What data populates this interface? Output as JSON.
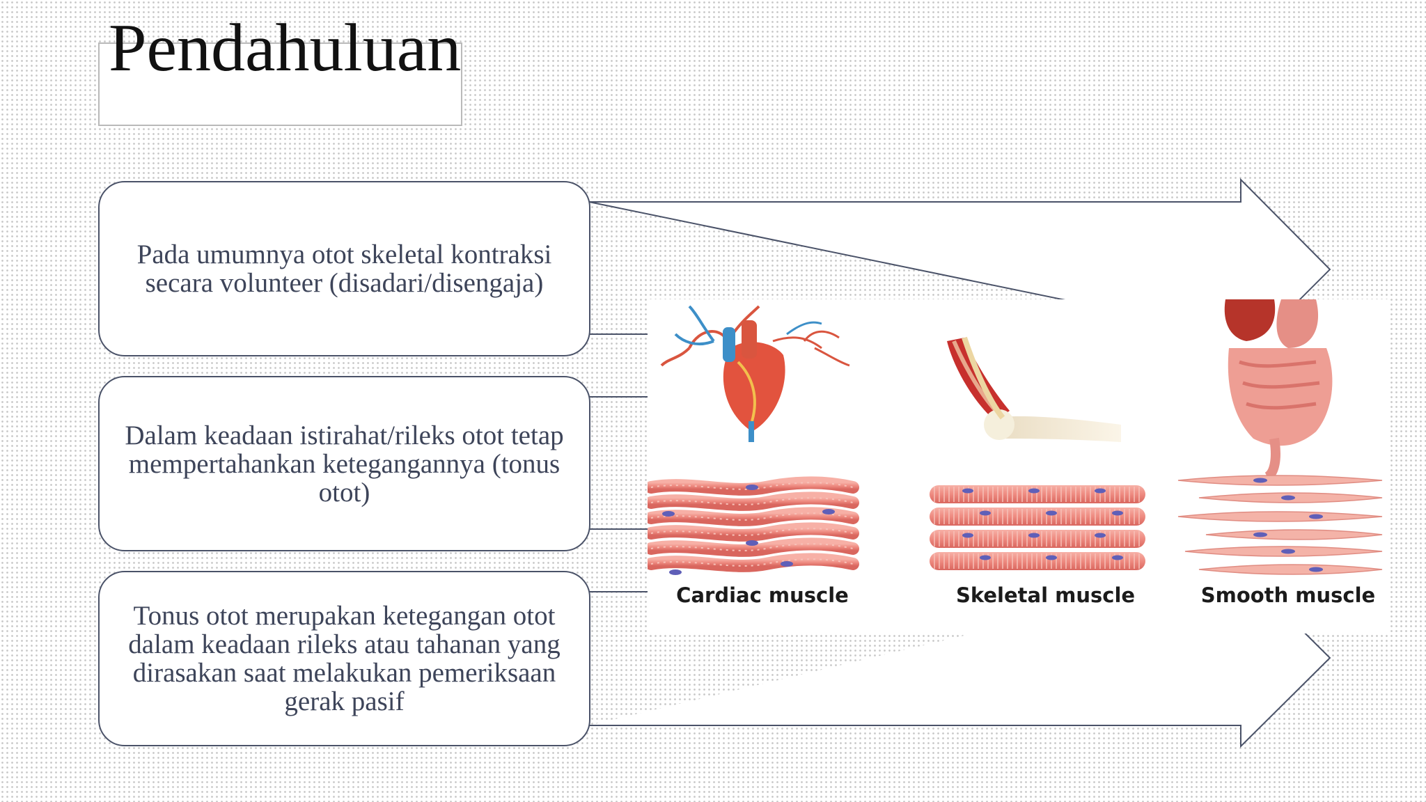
{
  "slide": {
    "title": "Pendahuluan"
  },
  "cards": [
    {
      "text": "Pada umumnya otot skeletal kontraksi secara volunteer (disadari/disengaja)"
    },
    {
      "text": "Dalam keadaan istirahat/rileks otot tetap mempertahankan ketegangannya (tonus otot)"
    },
    {
      "text": "Tonus otot merupakan ketegangan otot dalam keadaan rileks atau tahanan yang dirasakan saat melakukan pemeriksaan gerak pasif"
    }
  ],
  "figure": {
    "labels": {
      "cardiac": "Cardiac muscle",
      "skeletal": "Skeletal muscle",
      "smooth": "Smooth muscle"
    }
  },
  "colors": {
    "card_border": "#4a5268",
    "card_text": "#3d4459",
    "muscle_pink": "#f08e86",
    "muscle_stripe": "#f7c1b8",
    "nucleus": "#5f5fb8"
  }
}
